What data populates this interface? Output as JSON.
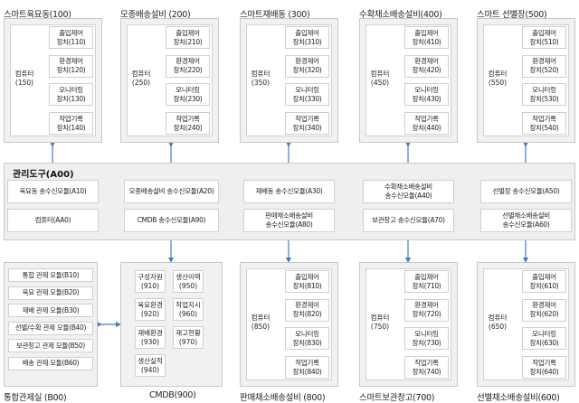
{
  "top_groups": [
    {
      "title": "스마트육묘동(100)",
      "hub": "컴퓨터\n(150)",
      "items": [
        "출입제어\n장치(110)",
        "환경제어\n장치(120)",
        "모니터링\n장치(130)",
        "작업기록\n장치(140)"
      ]
    },
    {
      "title": "모종배송설비 (200)",
      "hub": "컴퓨터\n(250)",
      "items": [
        "출입제어\n장치(210)",
        "환경제어\n장치(220)",
        "모니터링\n장치(230)",
        "작업기록\n장치(240)"
      ]
    },
    {
      "title": "스마트재배동 (300)",
      "hub": "컴퓨터\n(350)",
      "items": [
        "출입제어\n장치(310)",
        "환경제어\n장치(320)",
        "모니터링\n장치(330)",
        "작업기록\n장치(340)"
      ]
    },
    {
      "title": "수확채소배송설비(400)",
      "hub": "컴퓨터\n(450)",
      "items": [
        "출입제어\n장치(410)",
        "환경제어\n장치(420)",
        "모니터링\n장치(430)",
        "작업기록\n장치(440)"
      ]
    },
    {
      "title": "스마트 선별장(500)",
      "hub": "컴퓨터\n(550)",
      "items": [
        "출입제어\n장치(510)",
        "환경제어\n장치(520)",
        "모니터링\n장치(530)",
        "작업기록\n장치(540)"
      ]
    }
  ],
  "admin": {
    "title": "관리도구(A00)",
    "row1": [
      "육묘동 송수신모듈(A10)",
      "모종배송설비 송수신모듈(A20)",
      "재배동 송수신모듈(A30)",
      "수확채소배송설비\n송수신모듈(A40)",
      "선별장 송수신모듈(A50)"
    ],
    "row2": [
      "컴퓨터(AA0)",
      "CMDB 송수신모듈(A90)",
      "판매채소배송설비\n송수신모듈(A80)",
      "보관창고 송수신모듈(A70)",
      "선별채소배송설비\n송수신모듈(A60)"
    ]
  },
  "control_room": {
    "title": "통합관제실 (B00)",
    "items": [
      "통합 관제 모듈(B10)",
      "육묘 관제 모듈(B20)",
      "재배 관제 모듈(B30)",
      "선별/수확 관제 모듈(B40)",
      "보관창고 관제 모듈(B50)",
      "배송 관제 모듈(B60)"
    ]
  },
  "cmdb": {
    "title": "CMDB(900)",
    "items": [
      "구성자원\n(910)",
      "생산이력\n(950)",
      "육묘환경\n(920)",
      "작업지시\n(960)",
      "재배환경\n(930)",
      "재고현황\n(970)",
      "생산실적\n(940)"
    ]
  },
  "bottom_groups": [
    {
      "title": "판매채소배송설비 (800)",
      "hub": "컴퓨터\n(850)",
      "items": [
        "출입제어\n장치(810)",
        "환경제어\n장치(820)",
        "모니터링\n장치(830)",
        "작업기록\n장치(840)"
      ]
    },
    {
      "title": "스마트보관창고(700)",
      "hub": "컴퓨터\n(750)",
      "items": [
        "출입제어\n장치(710)",
        "환경제어\n장치(720)",
        "모니터링\n장치(730)",
        "작업기록\n장치(740)"
      ]
    },
    {
      "title": "선별채소배송설비(600)",
      "hub": "컴퓨터\n(650)",
      "items": [
        "출입제어\n장치(610)",
        "환경제어\n장치(620)",
        "모니터링\n장치(630)",
        "작업기록\n장치(640)"
      ]
    }
  ],
  "colors": {
    "arrow": "#4a78c4",
    "line": "#333333"
  }
}
